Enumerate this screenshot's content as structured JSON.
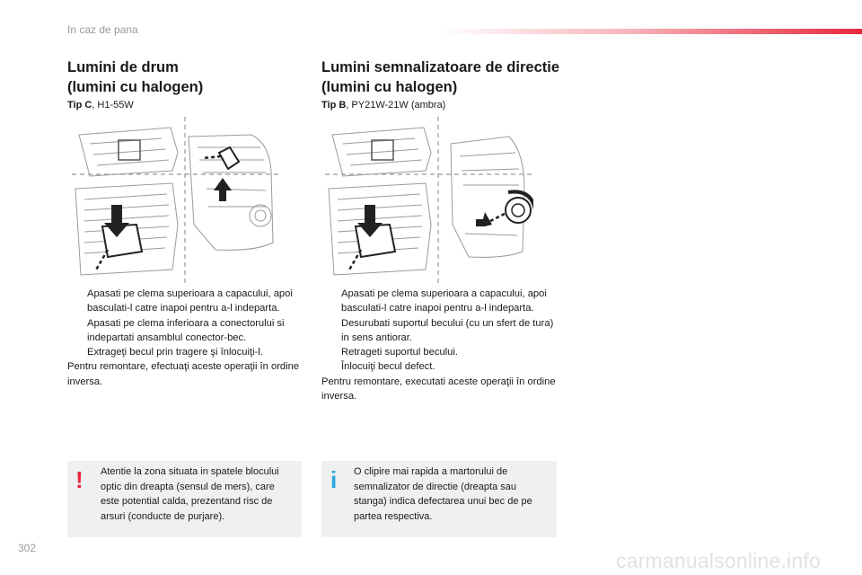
{
  "header": {
    "title": "In caz de pana",
    "accent_color": "#e8283c"
  },
  "left": {
    "title_line1": "Lumini de drum",
    "title_line2": "(lumini cu halogen)",
    "tip_label": "Tip C",
    "tip_value": ", H1-55W",
    "steps": [
      "Apasati pe clema superioara a capacului, apoi basculati-l catre inapoi pentru a-l indeparta.",
      "Apasati pe clema inferioara a conectorului si indepartati ansamblul conector-bec.",
      "Extrageţi becul prin tragere şi înlocuiţi-l."
    ],
    "closing": "Pentru remontare, efectuaţi aceste operaţii în ordine inversa.",
    "note_icon": "warning-exclamation-icon",
    "note": "Atentie la zona situata in spatele blocului optic din dreapta (sensul de mers), care este potential calda, prezentand risc de arsuri (conducte de purjare)."
  },
  "right": {
    "title_line1": "Lumini semnalizatoare de directie",
    "title_line2": "(lumini cu halogen)",
    "tip_label": "Tip B",
    "tip_value": ", PY21W-21W (ambra)",
    "steps": [
      "Apasati pe clema superioara a capacului, apoi basculati-l catre inapoi pentru a-l indeparta.",
      "Desurubati suportul becului (cu un sfert de tura) in sens antiorar.",
      "Retrageti suportul becului.",
      "Înlocuiţi becul defect."
    ],
    "closing": "Pentru remontare, executati aceste operaţii în ordine inversa.",
    "note_icon": "info-icon",
    "note": "O clipire mai rapida a martorului de semnalizator de directie (dreapta sau stanga) indica defectarea unui bec de pe partea respectiva."
  },
  "step_marker": "",
  "warn_mark": "!",
  "info_mark": "i",
  "page_number": "302",
  "watermark": "carmanualsonline.info"
}
